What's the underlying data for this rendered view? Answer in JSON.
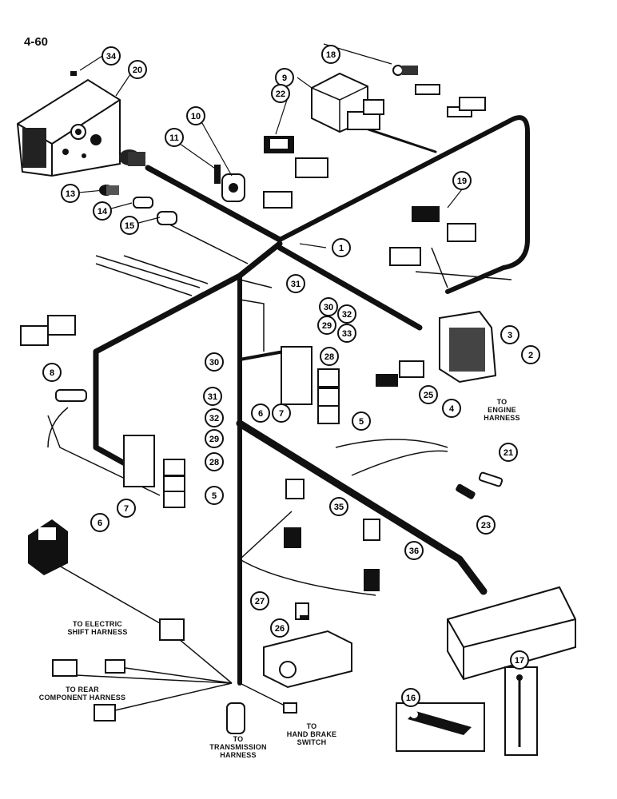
{
  "page_number": "4-60",
  "callouts": [
    "1",
    "2",
    "3",
    "4",
    "5",
    "5",
    "6",
    "6",
    "7",
    "7",
    "8",
    "9",
    "10",
    "11",
    "13",
    "14",
    "15",
    "16",
    "17",
    "18",
    "19",
    "20",
    "21",
    "22",
    "23",
    "25",
    "26",
    "27",
    "28",
    "28",
    "29",
    "29",
    "30",
    "30",
    "31",
    "31",
    "32",
    "32",
    "33",
    "34",
    "35",
    "36"
  ],
  "notes": {
    "engine": [
      "TO",
      "ENGINE",
      "HARNESS"
    ],
    "electric_shift": [
      "TO ELECTRIC",
      "SHIFT HARNESS"
    ],
    "rear_component": [
      "TO REAR",
      "COMPONENT HARNESS"
    ],
    "transmission": [
      "TO",
      "TRANSMISSION",
      "HARNESS"
    ],
    "hand_brake": [
      "TO",
      "HAND BRAKE",
      "SWITCH"
    ]
  },
  "colors": {
    "ink": "#111111",
    "paper": "#ffffff"
  }
}
